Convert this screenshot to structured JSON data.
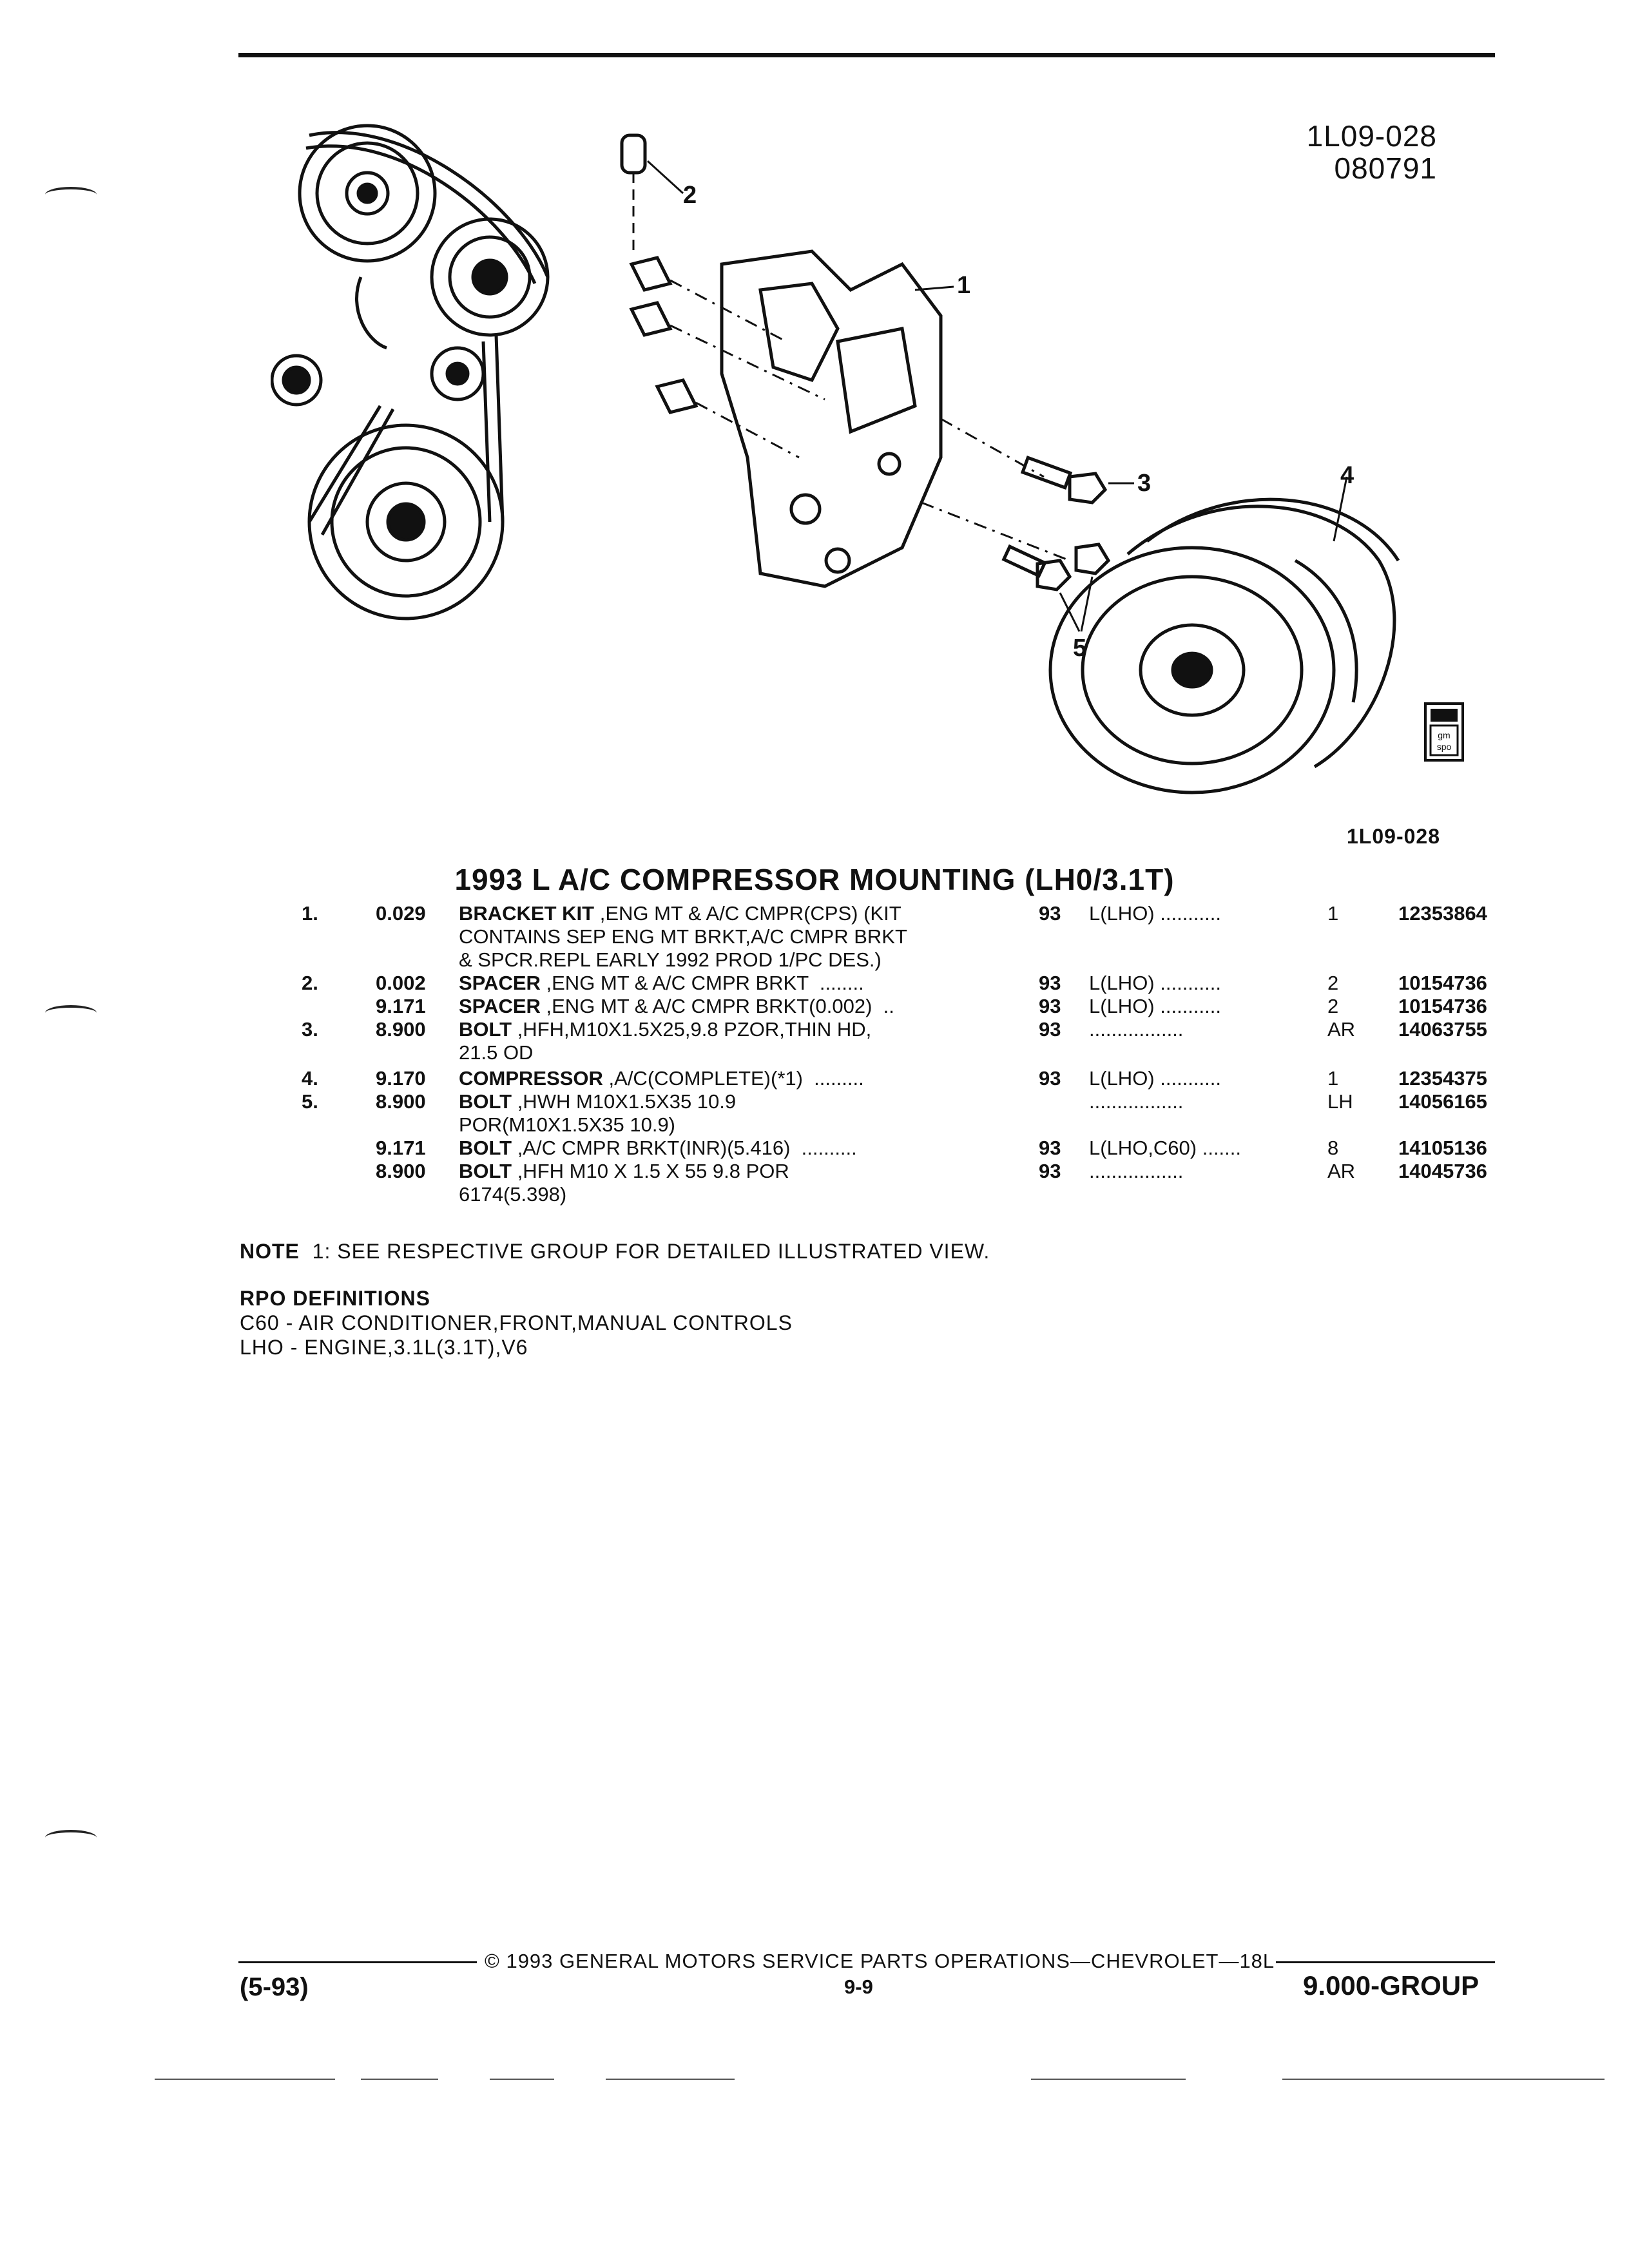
{
  "figure": {
    "id_line1": "1L09-028",
    "id_line2": "080791",
    "caption": "1L09-028",
    "callouts": [
      "1",
      "2",
      "3",
      "4",
      "5",
      "5"
    ],
    "logo_text": "gm spo"
  },
  "title": "1993 L A/C COMPRESSOR MOUNTING (LH0/3.1T)",
  "rows": [
    {
      "num": "1.",
      "code": "0.029",
      "name": "BRACKET KIT",
      "desc": " ,ENG MT & A/C CMPR(CPS) (KIT",
      "year": "93",
      "app": "L(LHO) ...........",
      "qty": "1",
      "part": "12353864"
    },
    {
      "cont": "CONTAINS SEP ENG MT BRKT,A/C CMPR BRKT"
    },
    {
      "cont": "& SPCR.REPL EARLY 1992 PROD 1/PC DES.)"
    },
    {
      "num": "2.",
      "code": "0.002",
      "name": "SPACER",
      "desc": " ,ENG MT & A/C CMPR BRKT  ........",
      "year": "93",
      "app": "L(LHO) ...........",
      "qty": "2",
      "part": "10154736"
    },
    {
      "code": "9.171",
      "name": "SPACER",
      "desc": " ,ENG MT & A/C CMPR BRKT(0.002)  ..",
      "year": "93",
      "app": "L(LHO) ...........",
      "qty": "2",
      "part": "10154736"
    },
    {
      "num": "3.",
      "code": "8.900",
      "name": "BOLT",
      "desc": " ,HFH,M10X1.5X25,9.8 PZOR,THIN HD,",
      "year": "93",
      "app": ".................",
      "qty": "AR",
      "part": "14063755"
    },
    {
      "cont": "21.5 OD"
    },
    {
      "num": "4.",
      "code": "9.170",
      "name": "COMPRESSOR",
      "desc": " ,A/C(COMPLETE)(*1)  .........",
      "year": "93",
      "app": "L(LHO) ...........",
      "qty": "1",
      "part": "12354375"
    },
    {
      "num": "5.",
      "code": "8.900",
      "name": "BOLT",
      "desc": " ,HWH M10X1.5X35 10.9",
      "app": ".................",
      "qty": "LH",
      "part": "14056165"
    },
    {
      "cont": "POR(M10X1.5X35 10.9)"
    },
    {
      "code": "9.171",
      "name": "BOLT",
      "desc": " ,A/C CMPR BRKT(INR)(5.416)  ..........",
      "year": "93",
      "app": "L(LHO,C60) .......",
      "qty": "8",
      "part": "14105136"
    },
    {
      "code": "8.900",
      "name": "BOLT",
      "desc": " ,HFH M10 X 1.5 X 55 9.8 POR",
      "year": "93",
      "app": ".................",
      "qty": "AR",
      "part": "14045736"
    },
    {
      "cont": "6174(5.398)"
    }
  ],
  "note": {
    "label": "NOTE",
    "text": "1:  SEE RESPECTIVE GROUP FOR DETAILED ILLUSTRATED VIEW."
  },
  "rpo": {
    "heading": "RPO DEFINITIONS",
    "line1": "C60 - AIR CONDITIONER,FRONT,MANUAL CONTROLS",
    "line2": "LHO - ENGINE,3.1L(3.1T),V6"
  },
  "footer": {
    "copyright": "©  1993  GENERAL MOTORS SERVICE PARTS OPERATIONS—CHEVROLET—18L",
    "date": "(5-93)",
    "page": "9-9",
    "group": "9.000-GROUP"
  }
}
